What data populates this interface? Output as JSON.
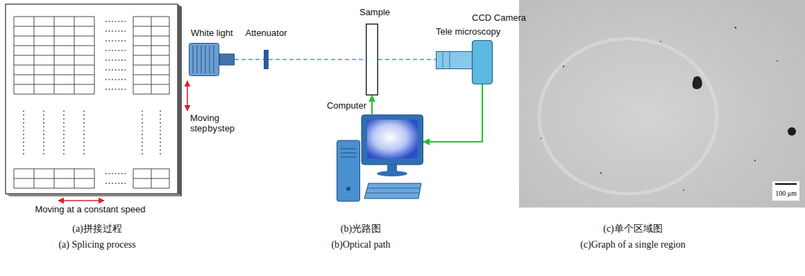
{
  "diagram": {
    "nodes": [
      {
        "text": [
          "White light"
        ]
      },
      {
        "text": [
          "Attenuator"
        ]
      },
      {
        "text": [
          "Sample"
        ]
      },
      {
        "text": [
          "Tele microscopy"
        ]
      },
      {
        "text": [
          "CCD Camera"
        ]
      },
      {
        "text": [
          "Computer"
        ]
      },
      {
        "text": [
          "100 μm"
        ]
      }
    ],
    "edges": [
      {
        "from": 0,
        "to": 1,
        "arrow": "none"
      },
      {
        "from": 1,
        "to": 2,
        "arrow": "none"
      },
      {
        "from": 2,
        "to": 3,
        "arrow": "none"
      },
      {
        "from": 5,
        "to": 2,
        "arrow": "to"
      },
      {
        "from": 4,
        "to": 5,
        "arrow": "to"
      }
    ],
    "labels": [
      "Moving step by step",
      "Moving at a constant speed",
      "(a)拼接过程",
      "(a) Splicing process",
      "(b)光路图",
      "(b)Optical path",
      "(c)单个区域图",
      "(c)Graph of a single region"
    ]
  }
}
